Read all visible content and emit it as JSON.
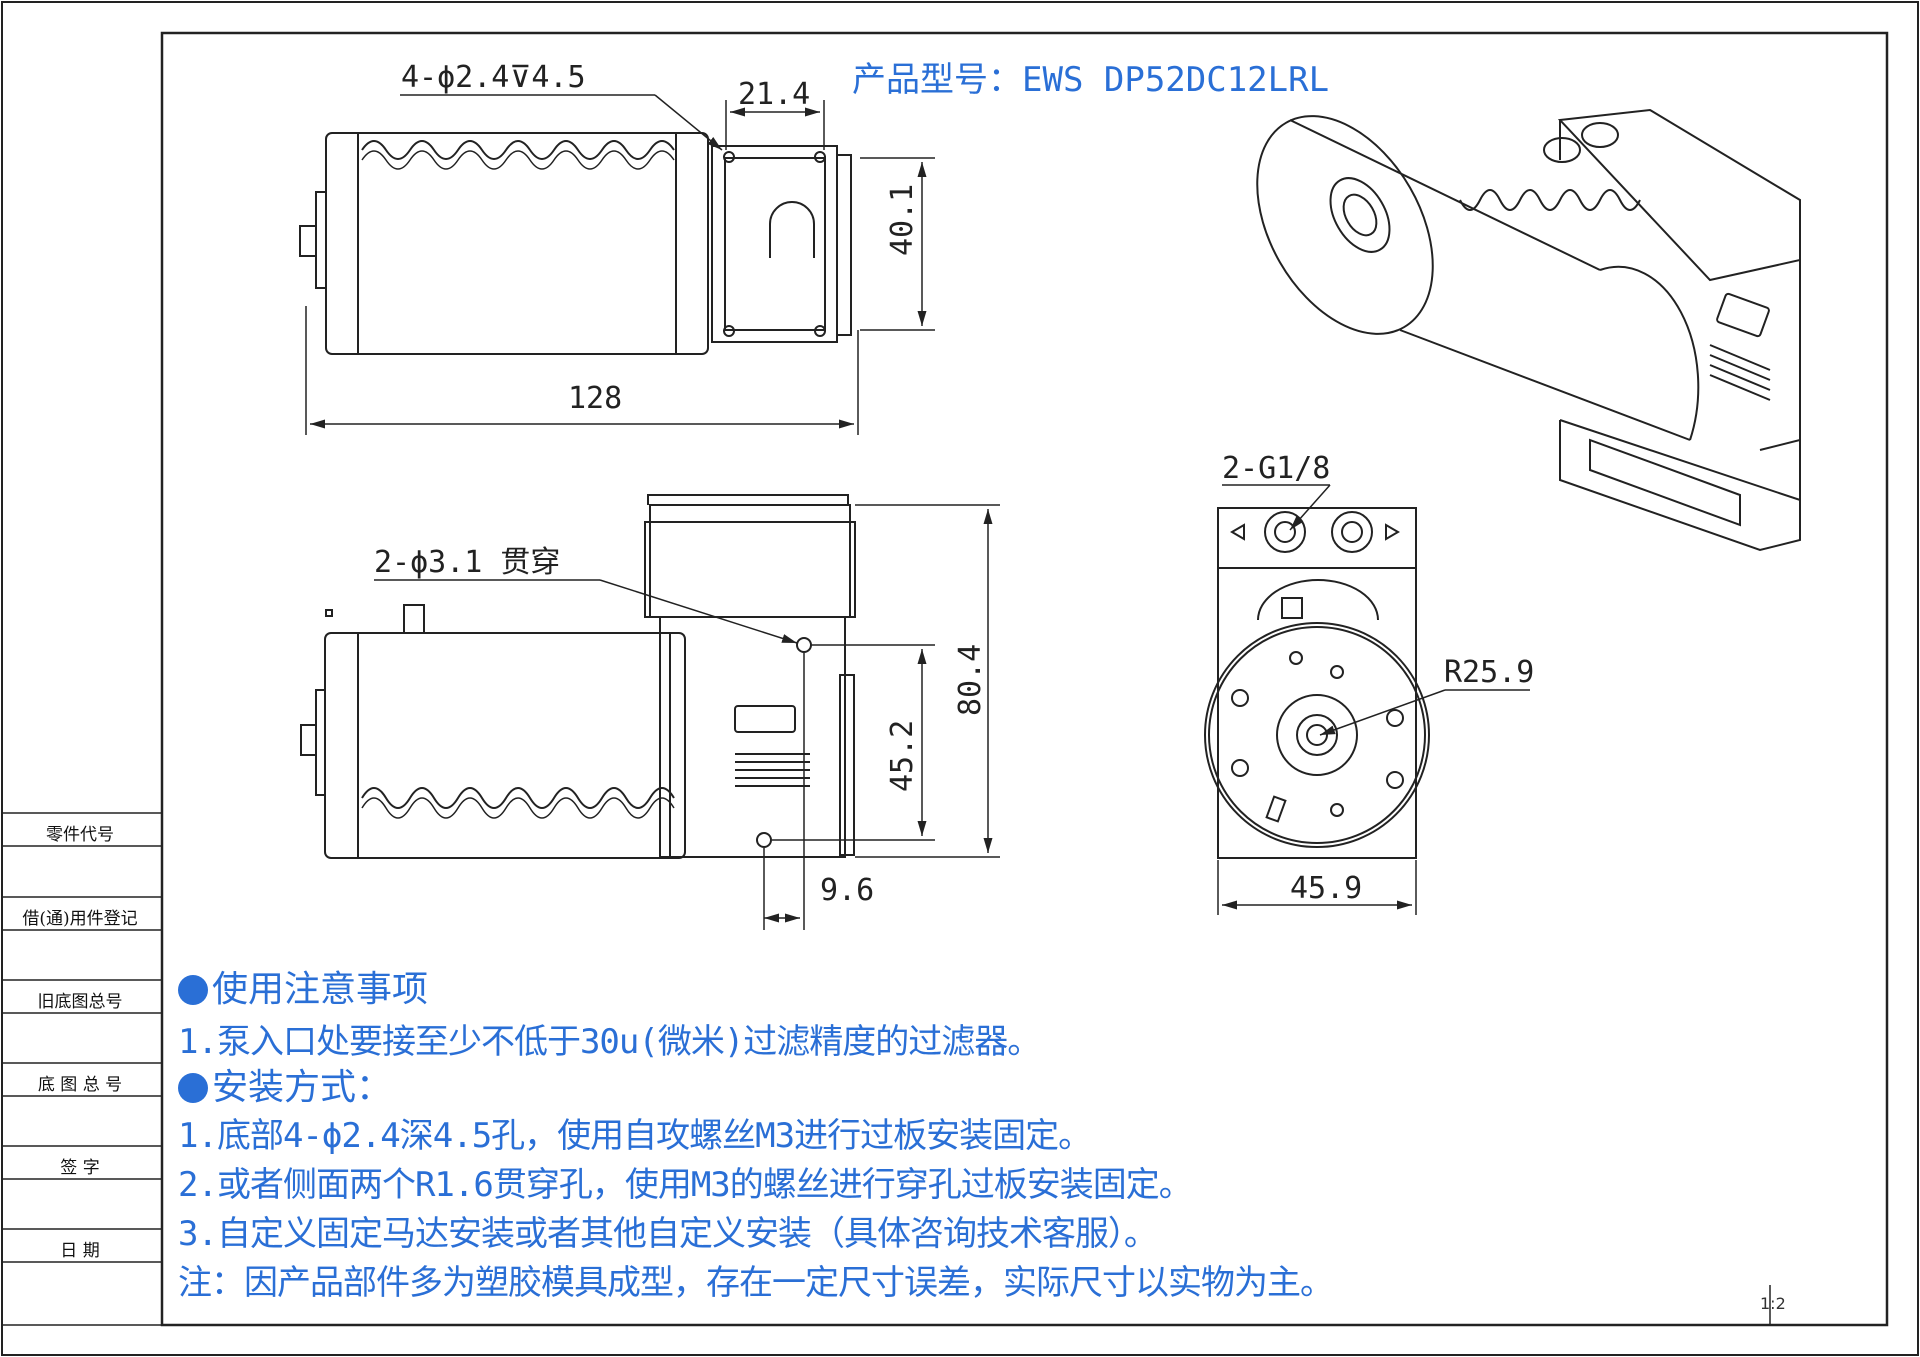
{
  "title": "产品型号：EWS DP52DC12LRL",
  "side_table": {
    "rows": [
      "零件代号",
      "借(通)用件登记",
      "旧底图总号",
      "底 图 总 号",
      "签    字",
      "日    期"
    ]
  },
  "dimensions": {
    "holes_bottom": "4-ϕ2.4⊽4.5",
    "width_21": "21.4",
    "height_40": "40.1",
    "length_128": "128",
    "through_holes": "2-ϕ3.1 贯穿",
    "height_80": "80.4",
    "height_45": "45.2",
    "offset_9": "9.6",
    "ports": "2-G1/8",
    "radius": "R25.9",
    "width_45": "45.9"
  },
  "notes": {
    "usage_heading": "使用注意事项",
    "usage_1": "1.泵入口处要接至少不低于30u(微米)过滤精度的过滤器。",
    "install_heading": "安装方式：",
    "install_1": "1.底部4-ϕ2.4深4.5孔，使用自攻螺丝M3进行过板安装固定。",
    "install_2": "2.或者侧面两个R1.6贯穿孔，使用M3的螺丝进行穿孔过板安装固定。",
    "install_3": "3.自定义固定马达安装或者其他自定义安装（具体咨询技术客服）。",
    "remark": "注：因产品部件多为塑胶模具成型，存在一定尺寸误差，实际尺寸以实物为主。"
  },
  "page_number": "1:2",
  "colors": {
    "note_blue": "#2a6fd6",
    "line": "#222222"
  }
}
